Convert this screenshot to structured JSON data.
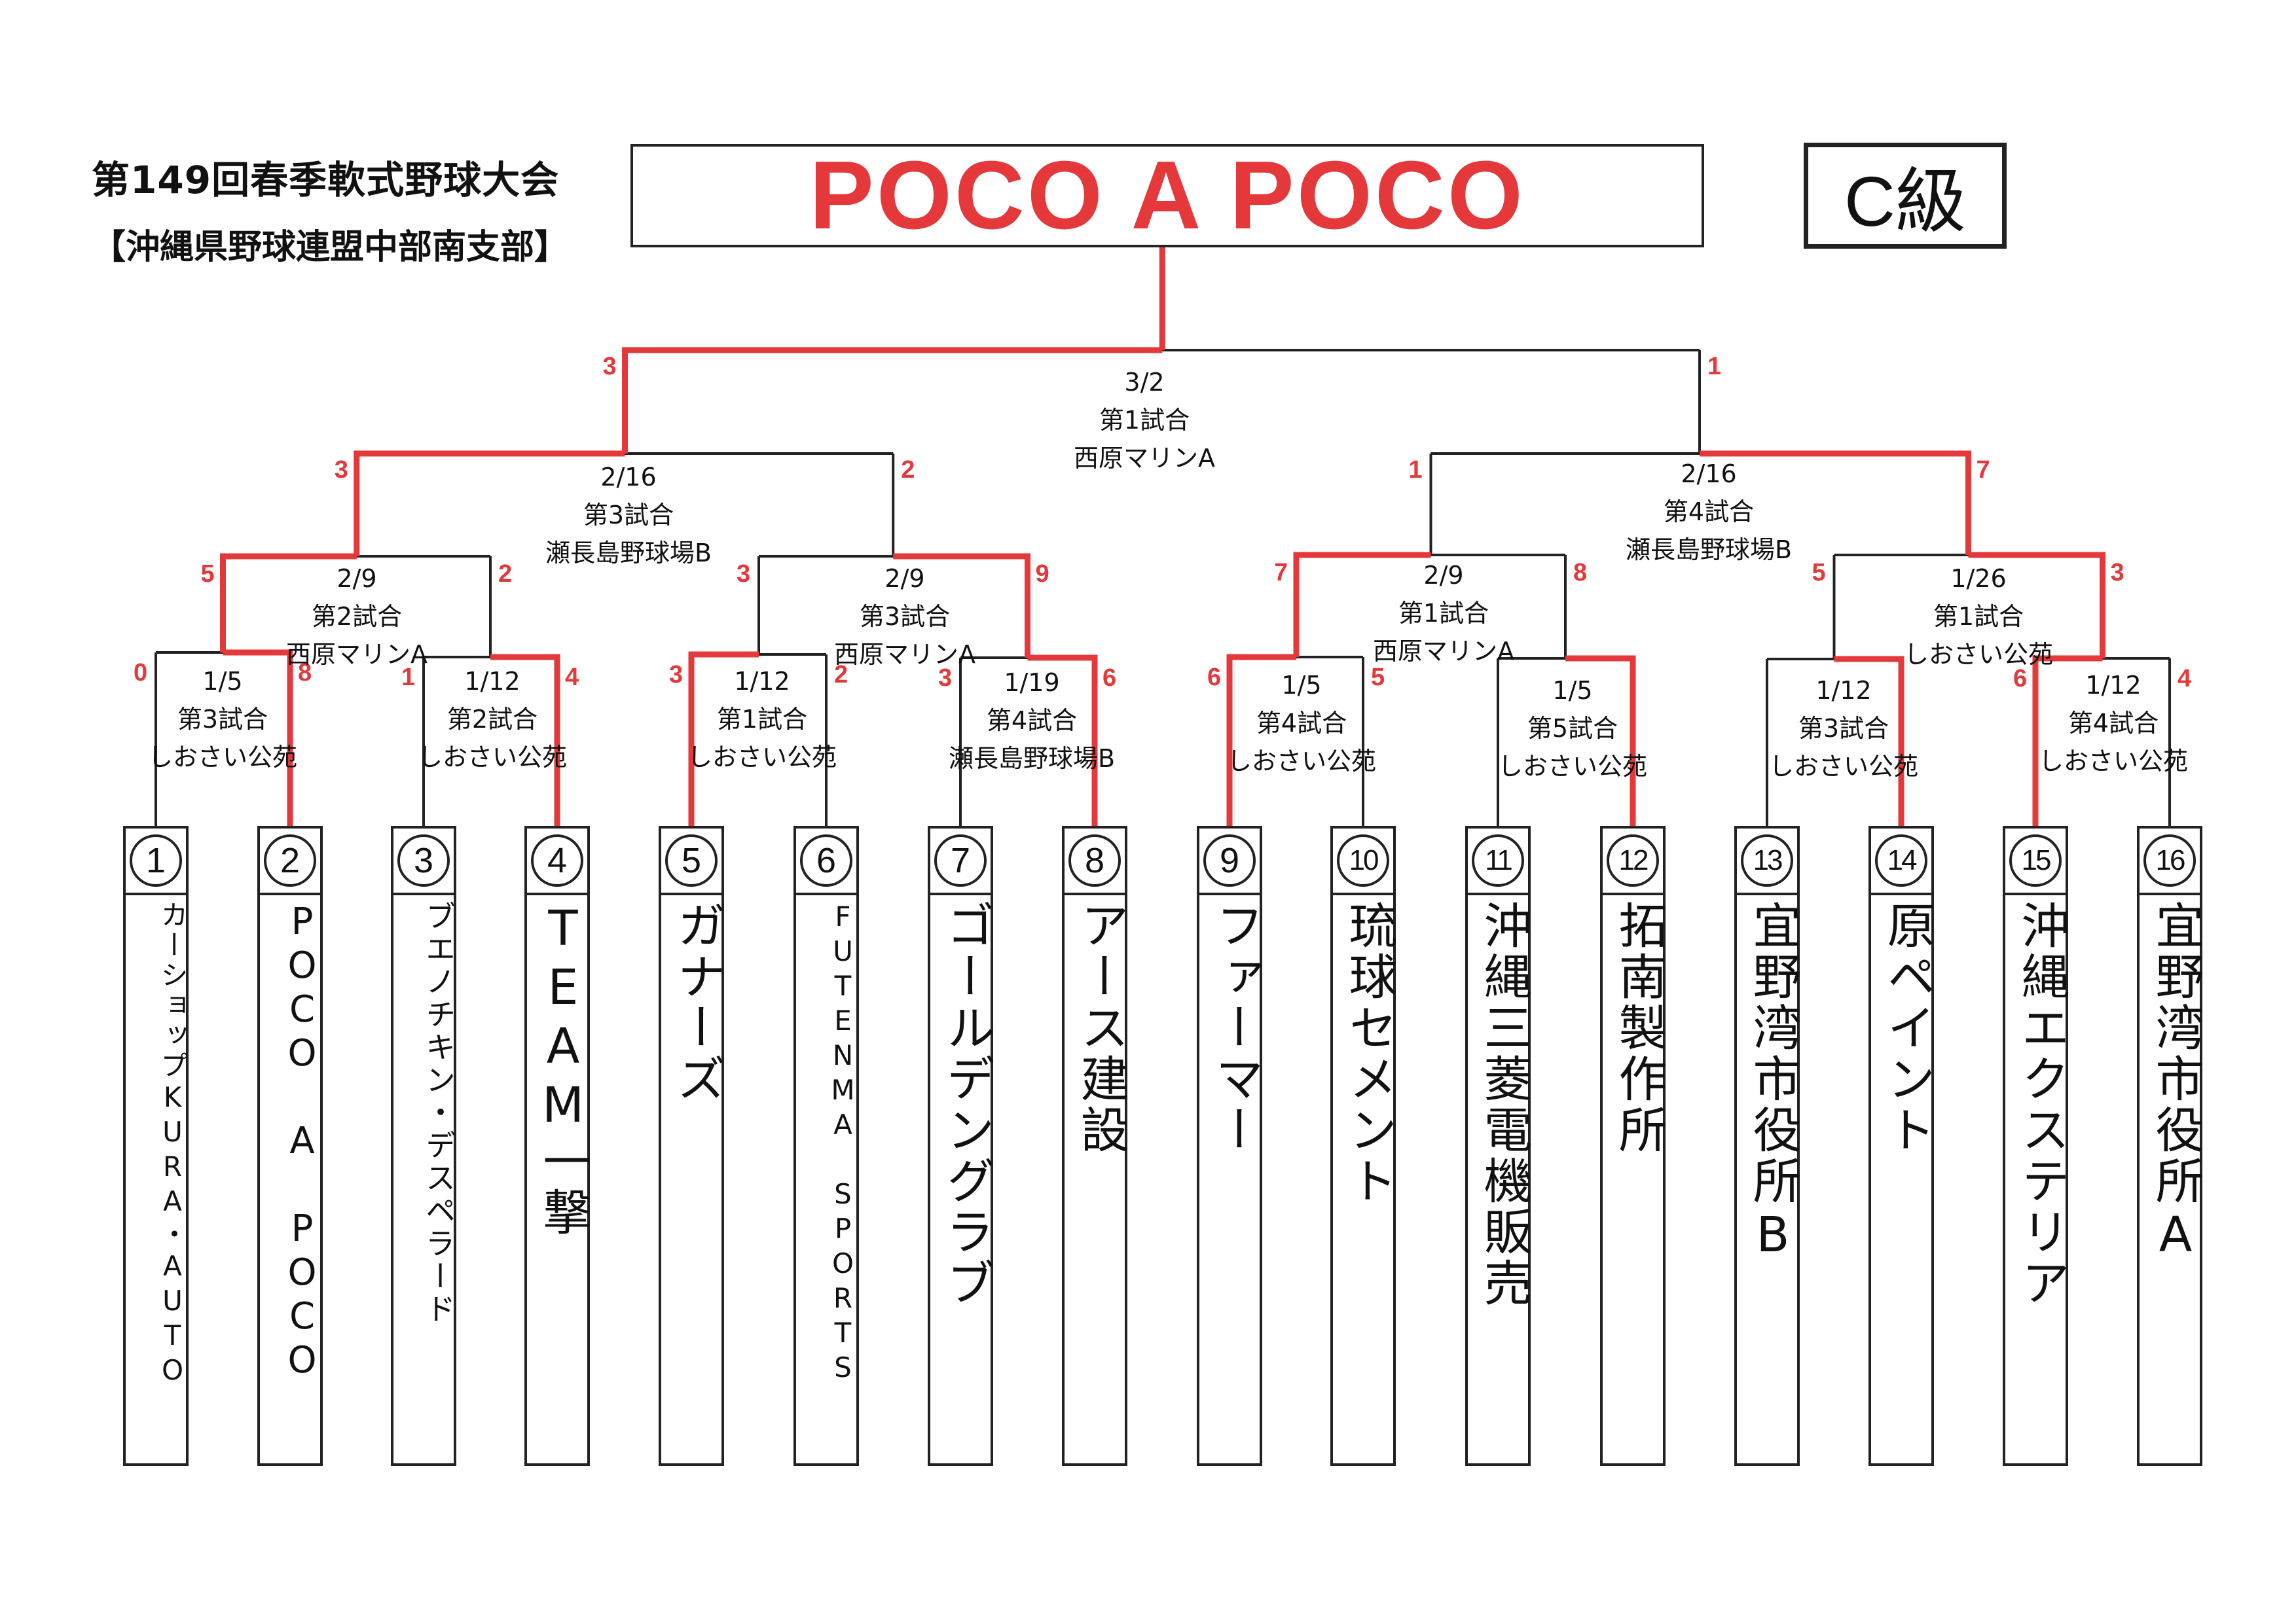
{
  "header": {
    "title": "第149回春季軟式野球大会",
    "subtitle": "【沖縄県野球連盟中部南支部】",
    "winner": "POCO A POCO",
    "class_label": "C級"
  },
  "teams": [
    {
      "seed": "①",
      "name": "カーショップKURA・AUTO"
    },
    {
      "seed": "②",
      "name": "POCO A POCO"
    },
    {
      "seed": "③",
      "name": "ブエノチキン・デスペラード"
    },
    {
      "seed": "④",
      "name": "TEAM一撃"
    },
    {
      "seed": "⑤",
      "name": "ガナーズ"
    },
    {
      "seed": "⑥",
      "name": "FUTENMA SPORTS"
    },
    {
      "seed": "⑦",
      "name": "ゴールデングラブ"
    },
    {
      "seed": "⑧",
      "name": "アース建設"
    },
    {
      "seed": "⑨",
      "name": "ファーマー"
    },
    {
      "seed": "⑩",
      "name": "琉球セメント"
    },
    {
      "seed": "⑪",
      "name": "沖縄三菱電機販売"
    },
    {
      "seed": "⑫",
      "name": "拓南製作所"
    },
    {
      "seed": "⑬",
      "name": "宜野湾市役所B"
    },
    {
      "seed": "⑭",
      "name": "原ペイント"
    },
    {
      "seed": "⑮",
      "name": "沖縄エクステリア"
    },
    {
      "seed": "⑯",
      "name": "宜野湾市役所A"
    }
  ],
  "round1": [
    {
      "date": "1/5",
      "game": "第3試合",
      "venue": "しおさい公苑",
      "score_left": "0",
      "score_right": "8"
    },
    {
      "date": "1/12",
      "game": "第2試合",
      "venue": "しおさい公苑",
      "score_left": "1",
      "score_right": "4"
    },
    {
      "date": "1/12",
      "game": "第1試合",
      "venue": "しおさい公苑",
      "score_left": "3",
      "score_right": "2"
    },
    {
      "date": "1/19",
      "game": "第4試合",
      "venue": "瀬長島野球場B",
      "score_left": "3",
      "score_right": "6"
    },
    {
      "date": "1/5",
      "game": "第4試合",
      "venue": "しおさい公苑",
      "score_left": "6",
      "score_right": "5"
    },
    {
      "date": "1/5",
      "game": "第5試合",
      "venue": "しおさい公苑",
      "score_left": "",
      "score_right": ""
    },
    {
      "date": "1/12",
      "game": "第3試合",
      "venue": "しおさい公苑",
      "score_left": "",
      "score_right": ""
    },
    {
      "date": "1/12",
      "game": "第4試合",
      "venue": "しおさい公苑",
      "score_left": "6",
      "score_right": "4"
    }
  ],
  "round2": [
    {
      "date": "2/9",
      "game": "第2試合",
      "venue": "西原マリンA",
      "score_left": "5",
      "score_right": "2"
    },
    {
      "date": "2/9",
      "game": "第3試合",
      "venue": "西原マリンA",
      "score_left": "3",
      "score_right": "9"
    },
    {
      "date": "2/9",
      "game": "第1試合",
      "venue": "西原マリンA",
      "score_left": "7",
      "score_right": "8"
    },
    {
      "date": "1/26",
      "game": "第1試合",
      "venue": "しおさい公苑",
      "score_left": "5",
      "score_right": "3"
    }
  ],
  "semifinals": [
    {
      "date": "2/16",
      "game": "第3試合",
      "venue": "瀬長島野球場B",
      "score_left": "3",
      "score_right": "2"
    },
    {
      "date": "2/16",
      "game": "第4試合",
      "venue": "瀬長島野球場B",
      "score_left": "1",
      "score_right": "7"
    }
  ],
  "final": {
    "date": "3/2",
    "game": "第1試合",
    "venue": "西原マリンA",
    "score_left": "3",
    "score_right": "1"
  },
  "colors": {
    "win_line": "#e5383b",
    "line": "#222222"
  }
}
